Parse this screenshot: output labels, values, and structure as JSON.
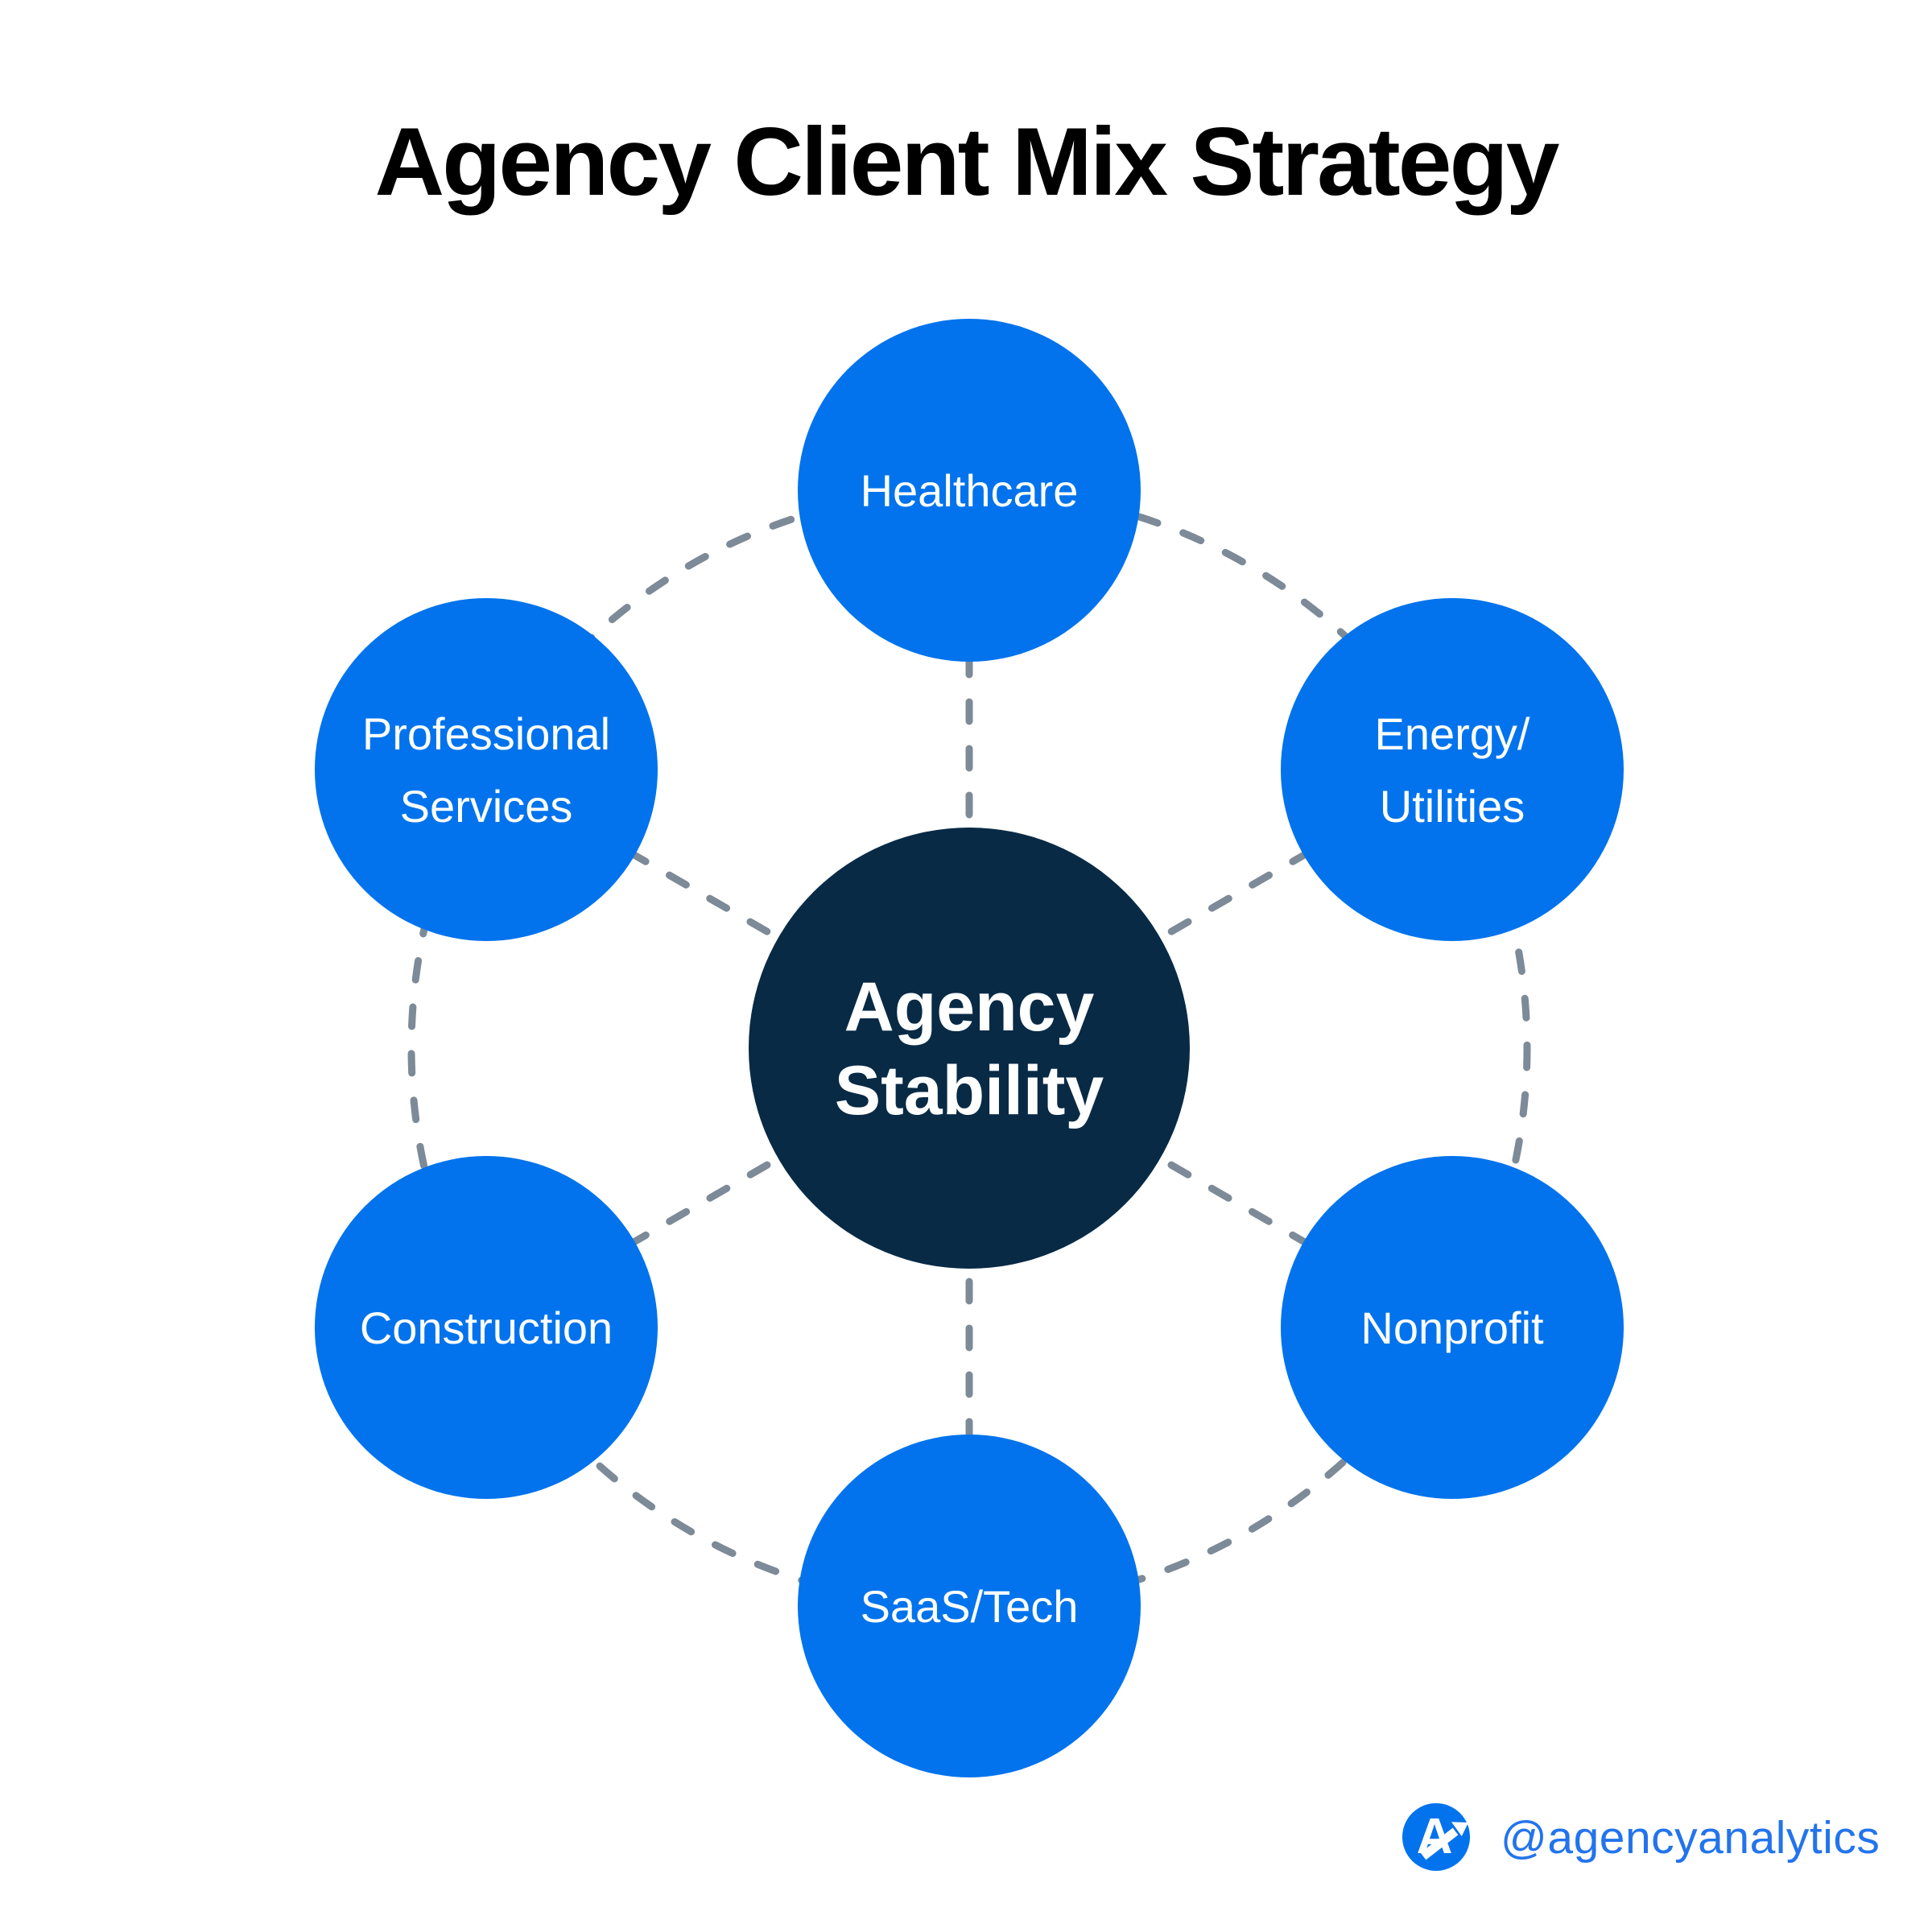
{
  "title": "Agency Client Mix Strategy",
  "center_node": {
    "label_lines": [
      "Agency",
      "Stability"
    ]
  },
  "nodes": [
    {
      "id": "healthcare",
      "label_lines": [
        "Healthcare"
      ]
    },
    {
      "id": "energy-utilities",
      "label_lines": [
        "Energy/",
        "Utilities"
      ]
    },
    {
      "id": "nonprofit",
      "label_lines": [
        "Nonprofit"
      ]
    },
    {
      "id": "saas-tech",
      "label_lines": [
        "SaaS/Tech"
      ]
    },
    {
      "id": "construction",
      "label_lines": [
        "Construction"
      ]
    },
    {
      "id": "professional-services",
      "label_lines": [
        "Professional",
        "Services"
      ]
    }
  ],
  "footer": {
    "handle": "@agencyanalytics",
    "logo_letter": "A"
  },
  "colors": {
    "node_blue": "#0273EC",
    "center_navy": "#082A45",
    "dash_gray": "#7D8A97",
    "title_black": "#000000",
    "handle_blue": "#2374EC",
    "label_white": "#FFFFFF"
  }
}
